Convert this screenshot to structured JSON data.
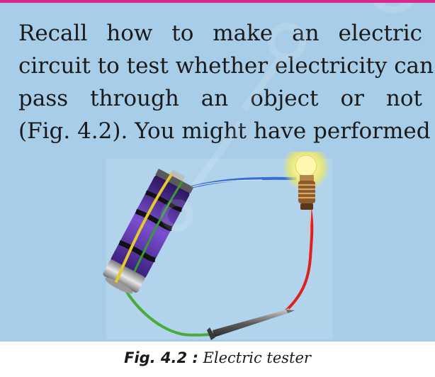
{
  "page": {
    "accent_color": "#d7288d",
    "background_color": "#a8cde8"
  },
  "body_text": {
    "lines": [
      "Recall how to make an electric",
      "circuit to test whether electricity can",
      "pass through an object or not",
      "(Fig. 4.2). You might have performed"
    ]
  },
  "figure": {
    "description_icons": [
      "battery-cell-icon",
      "bulb-icon",
      "nail-icon",
      "wire-icon"
    ],
    "caption": {
      "label": "Fig. 4.2 :",
      "text": " Electric tester"
    }
  }
}
